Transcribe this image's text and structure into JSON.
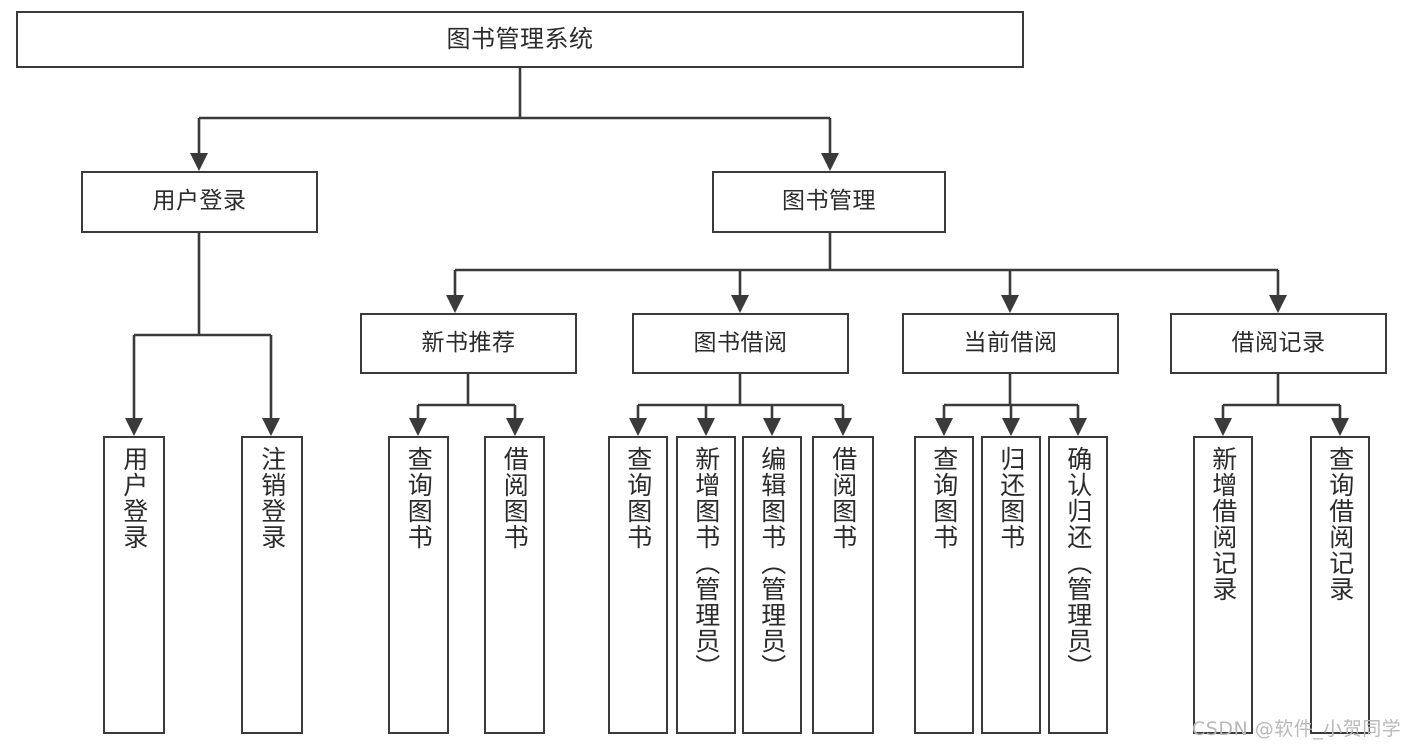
{
  "diagram": {
    "title": "图书管理系统",
    "type": "tree-hierarchy-chart",
    "colors": {
      "stroke": "#3a3a3a",
      "fill": "#ffffff",
      "text": "#2b2b2b",
      "watermark": "#b9b9b9"
    },
    "root": {
      "label": "图书管理系统"
    },
    "level2": [
      {
        "label": "用户登录"
      },
      {
        "label": "图书管理"
      }
    ],
    "level3": [
      {
        "label": "新书推荐"
      },
      {
        "label": "图书借阅"
      },
      {
        "label": "当前借阅"
      },
      {
        "label": "借阅记录"
      }
    ],
    "leaves": {
      "user_login": [
        {
          "label": "用户登录"
        },
        {
          "label": "注销登录"
        }
      ],
      "new_book_recommend": [
        {
          "label": "查询图书"
        },
        {
          "label": "借阅图书"
        }
      ],
      "book_borrow": [
        {
          "label": "查询图书"
        },
        {
          "label": "新增图书（管理员）"
        },
        {
          "label": "编辑图书（管理员）"
        },
        {
          "label": "借阅图书"
        }
      ],
      "current_borrow": [
        {
          "label": "查询图书"
        },
        {
          "label": "归还图书"
        },
        {
          "label": "确认归还（管理员）"
        }
      ],
      "borrow_record": [
        {
          "label": "新增借阅记录"
        },
        {
          "label": "查询借阅记录"
        }
      ]
    },
    "watermark": "CSDN @软件_小贺同学"
  }
}
